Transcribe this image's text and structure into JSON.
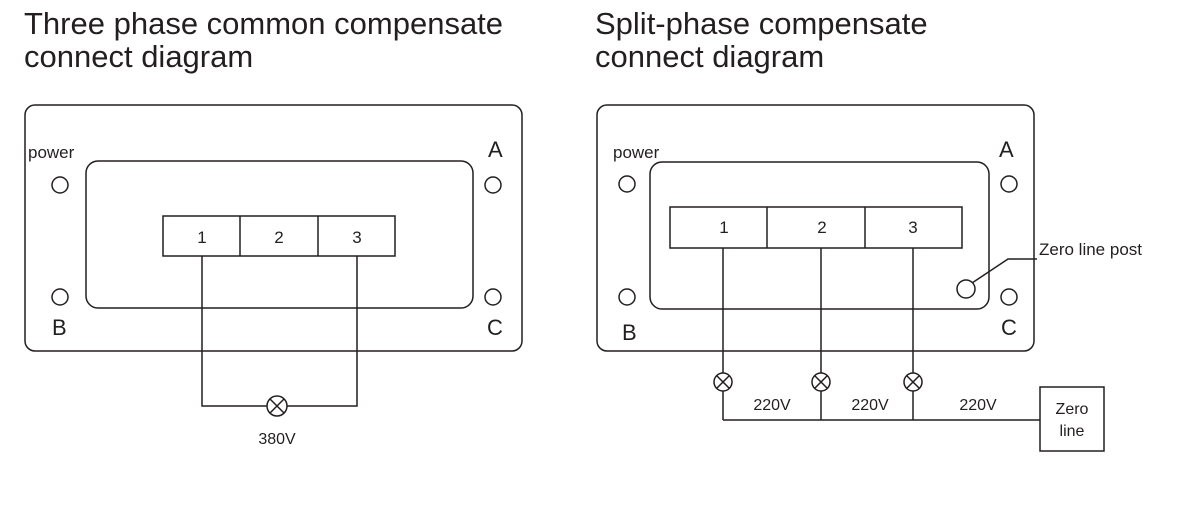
{
  "left": {
    "title_line1": "Three phase common compensate",
    "title_line2": "connect diagram",
    "power": "power",
    "corner_a": "A",
    "corner_b": "B",
    "corner_c": "C",
    "terminals": [
      "1",
      "2",
      "3"
    ],
    "voltage": "380V"
  },
  "right": {
    "title_line1": "Split-phase compensate",
    "title_line2": "connect diagram",
    "power": "power",
    "corner_a": "A",
    "corner_b": "B",
    "corner_c": "C",
    "terminals": [
      "1",
      "2",
      "3"
    ],
    "zero_line_post": "Zero line post",
    "voltages": [
      "220V",
      "220V",
      "220V"
    ],
    "zero_line_box": [
      "Zero",
      "line"
    ]
  }
}
